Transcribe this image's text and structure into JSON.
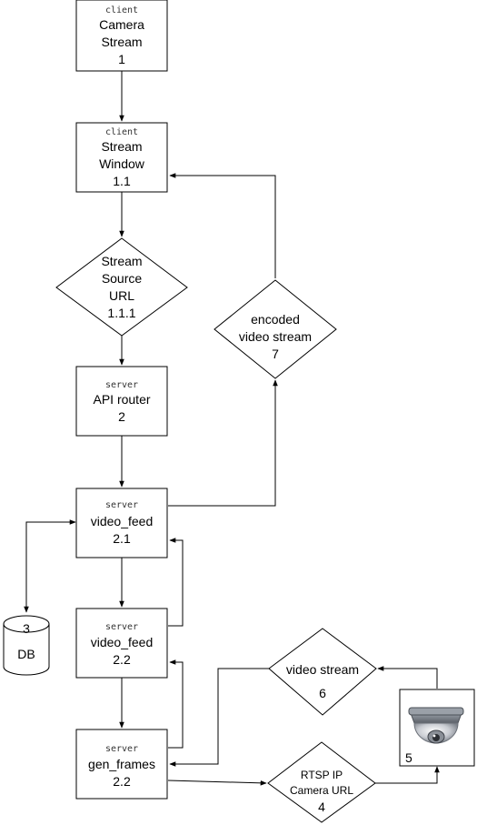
{
  "nodes": {
    "camera_stream": {
      "tag": "client",
      "lines": [
        "Camera",
        "Stream",
        "1"
      ]
    },
    "stream_window": {
      "tag": "client",
      "lines": [
        "Stream",
        "Window",
        "1.1"
      ]
    },
    "stream_source_url": {
      "lines": [
        "Stream",
        "Source",
        "URL",
        "1.1.1"
      ]
    },
    "api_router": {
      "tag": "server",
      "lines": [
        "API router",
        "2"
      ]
    },
    "video_feed_1": {
      "tag": "server",
      "lines": [
        "video_feed",
        "2.1"
      ]
    },
    "video_feed_2": {
      "tag": "server",
      "lines": [
        "video_feed",
        "2.2"
      ]
    },
    "gen_frames": {
      "tag": "server",
      "lines": [
        "gen_frames",
        "2.2"
      ]
    },
    "db": {
      "lines": [
        "3",
        "DB"
      ]
    },
    "rtsp_url": {
      "lines": [
        "RTSP IP",
        "Camera URL",
        "4"
      ]
    },
    "ip_camera": {
      "number": "5",
      "icon": "ip-camera-icon"
    },
    "video_stream": {
      "lines": [
        "video stream",
        "6"
      ]
    },
    "encoded_stream": {
      "lines": [
        "encoded",
        "video stream",
        "7"
      ]
    }
  }
}
